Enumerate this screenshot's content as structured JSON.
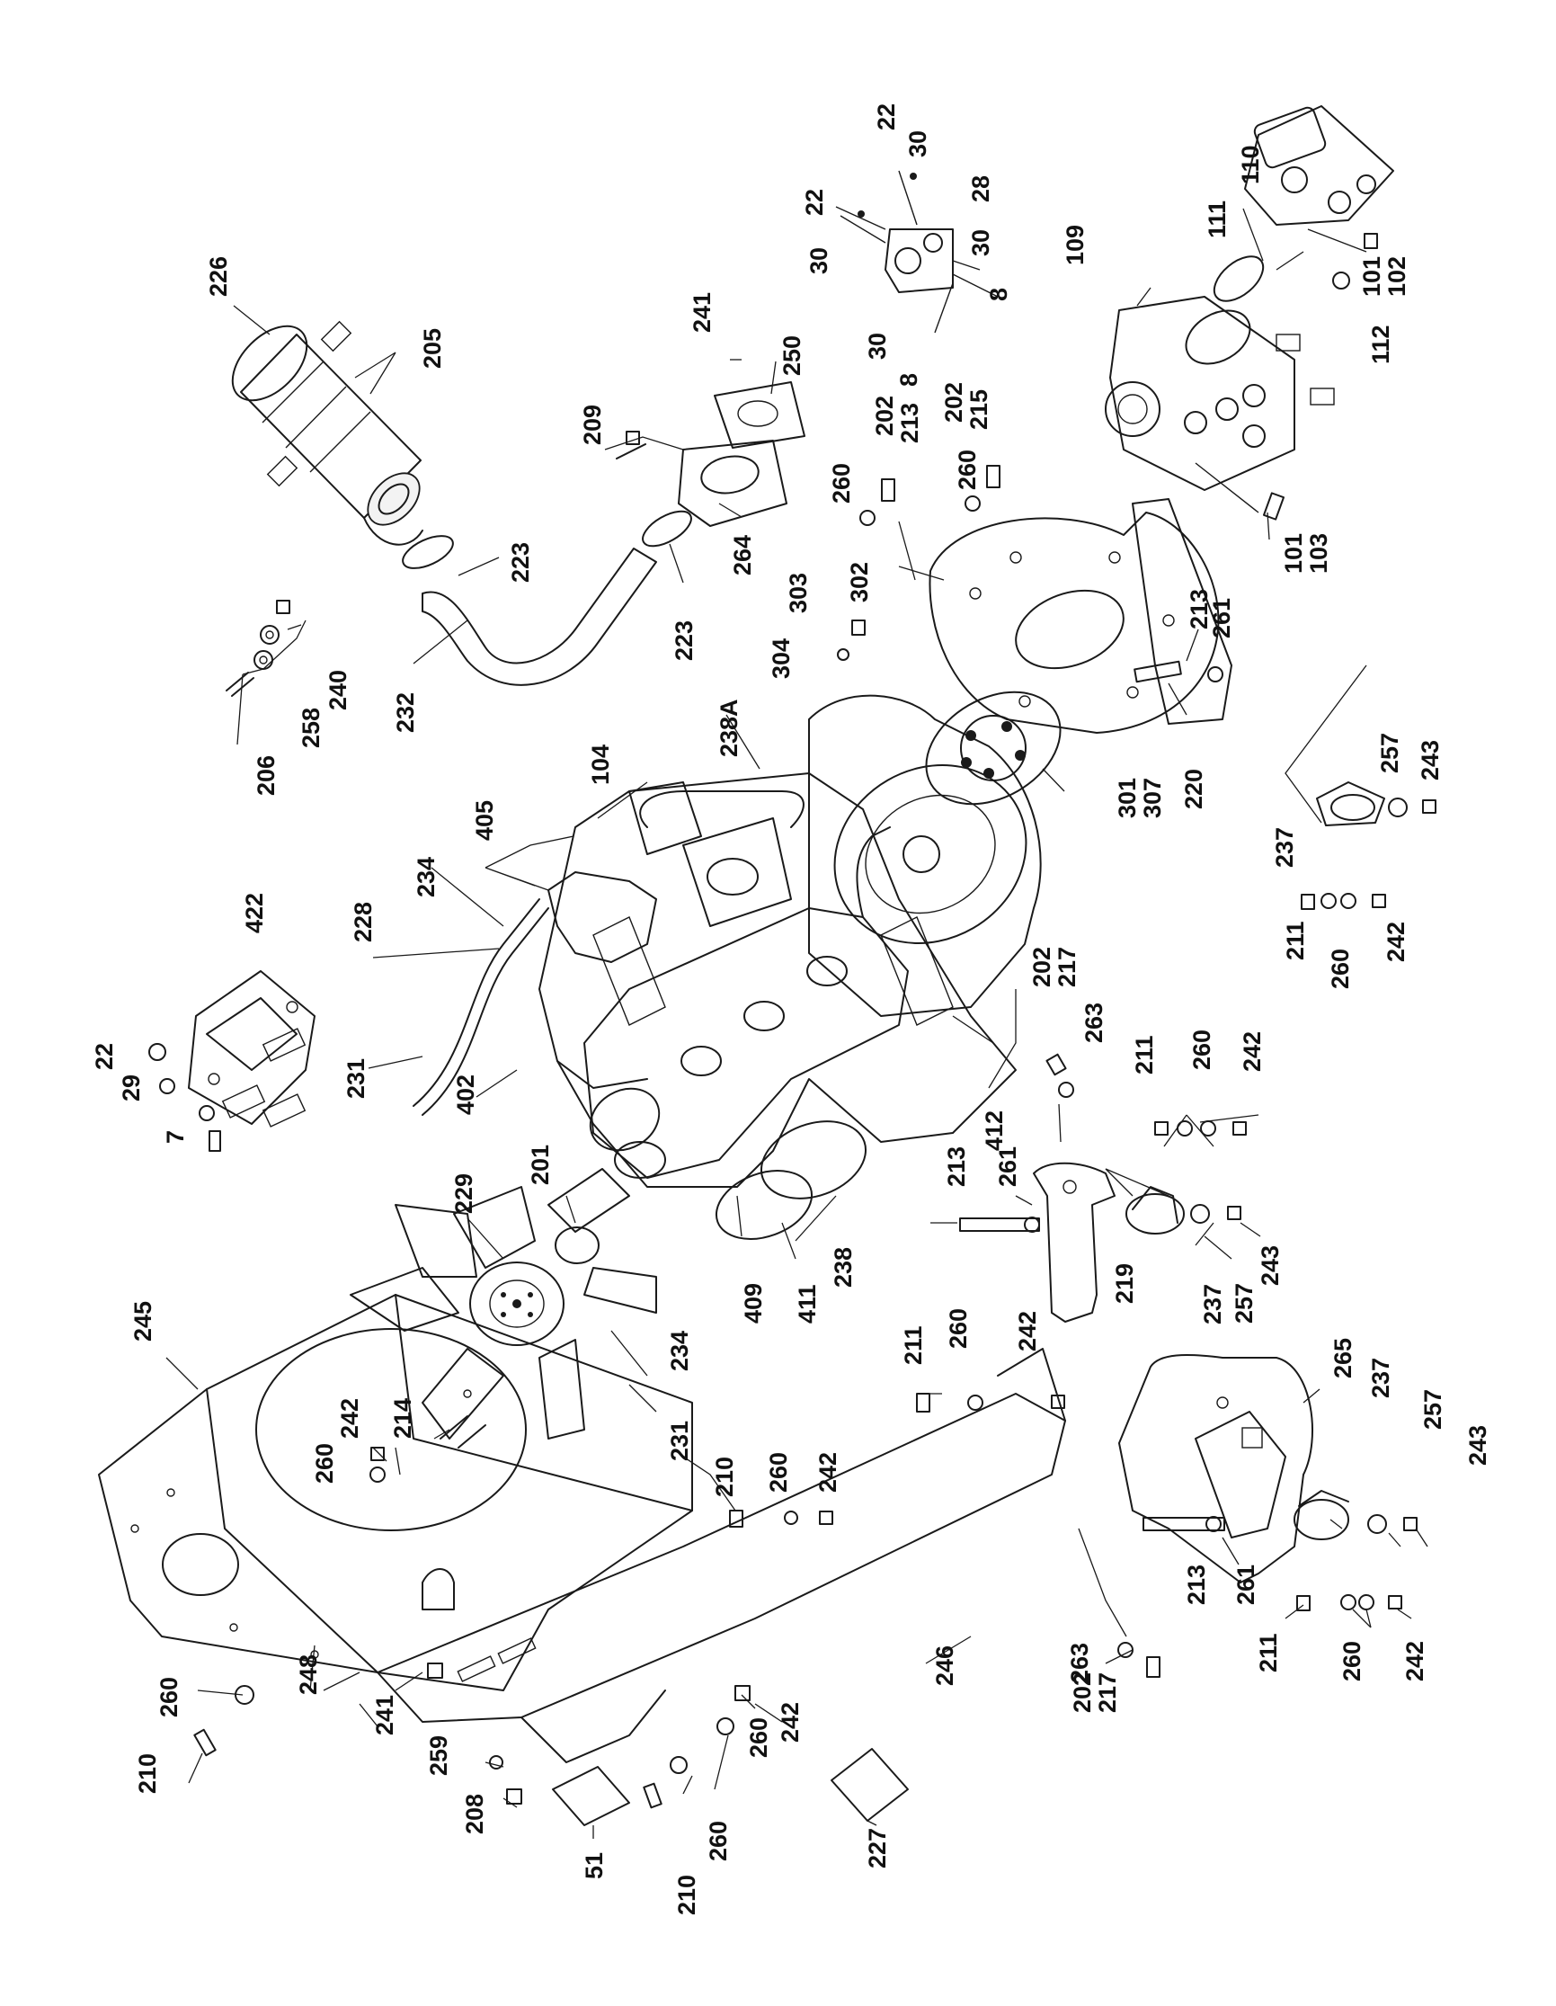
{
  "labels": {
    "l_226": "226",
    "l_205": "205",
    "l_223a": "223",
    "l_223b": "223",
    "l_232": "232",
    "l_206": "206",
    "l_258": "258",
    "l_240": "240",
    "l_209": "209",
    "l_241a": "241",
    "l_250": "250",
    "l_264": "264",
    "l_22a": "22",
    "l_30a": "30",
    "l_28": "28",
    "l_22b": "22",
    "l_30b": "30",
    "l_30c": "30",
    "l_8a": "8",
    "l_30d": "30",
    "l_8b": "8",
    "l_110": "110",
    "l_111": "111",
    "l_109": "109",
    "l_101a": "101",
    "l_102": "102",
    "l_112": "112",
    "l_202a": "202",
    "l_213a": "213",
    "l_202b": "202",
    "l_215": "215",
    "l_260a": "260",
    "l_260b": "260",
    "l_101b": "101",
    "l_103": "103",
    "l_303": "303",
    "l_302": "302",
    "l_304": "304",
    "l_213b": "213",
    "l_261a": "261",
    "l_238A": "238A",
    "l_104": "104",
    "l_220": "220",
    "l_301": "301",
    "l_307": "307",
    "l_257a": "257",
    "l_243a": "243",
    "l_237a": "237",
    "l_405": "405",
    "l_234a": "234",
    "l_422": "422",
    "l_228": "228",
    "l_211a": "211",
    "l_260c": "260",
    "l_242a": "242",
    "l_22c": "22",
    "l_231a": "231",
    "l_402": "402",
    "l_202c": "202",
    "l_217a": "217",
    "l_263a": "263",
    "l_211b": "211",
    "l_260d": "260",
    "l_242b": "242",
    "l_29": "29",
    "l_7": "7",
    "l_412": "412",
    "l_213c": "213",
    "l_261b": "261",
    "l_229": "229",
    "l_201": "201",
    "l_238": "238",
    "l_243b": "243",
    "l_257b": "257",
    "l_237b": "237",
    "l_219": "219",
    "l_409": "409",
    "l_411": "411",
    "l_245": "245",
    "l_234b": "234",
    "l_211c": "211",
    "l_260e": "260",
    "l_242c": "242",
    "l_265": "265",
    "l_214": "214",
    "l_260f": "260",
    "l_242d": "242",
    "l_231b": "231",
    "l_237c": "237",
    "l_257c": "257",
    "l_243c": "243",
    "l_210a": "210",
    "l_260g": "260",
    "l_242e": "242",
    "l_246": "246",
    "l_213d": "213",
    "l_261c": "261",
    "l_263b": "263",
    "l_202d": "202",
    "l_217b": "217",
    "l_211d": "211",
    "l_260h": "260",
    "l_242f": "242",
    "l_248": "248",
    "l_241b": "241",
    "l_260i": "260",
    "l_242g": "242",
    "l_260j": "260",
    "l_259": "259",
    "l_208": "208",
    "l_210b": "210",
    "l_227": "227",
    "l_51": "51",
    "l_210c": "210",
    "l_260k": "260"
  }
}
